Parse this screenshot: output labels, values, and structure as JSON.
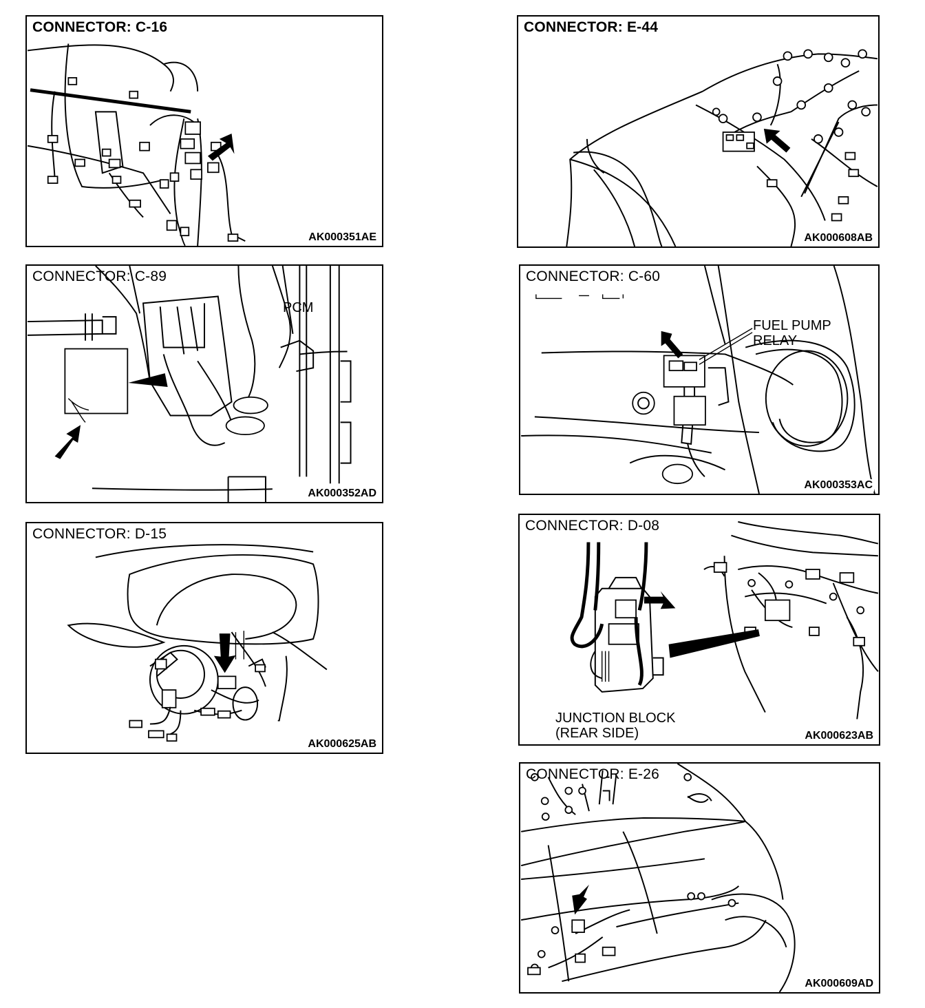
{
  "panels": [
    {
      "id": "c16",
      "title": "CONNECTOR: C-16",
      "code": "AK000351AE"
    },
    {
      "id": "e44",
      "title": "CONNECTOR: E-44",
      "code": "AK000608AB"
    },
    {
      "id": "c89",
      "title": "CONNECTOR: C-89",
      "code": "AK000352AD",
      "label": "PCM"
    },
    {
      "id": "c60",
      "title": "CONNECTOR: C-60",
      "code": "AK000353AC",
      "label": "FUEL PUMP\nRELAY"
    },
    {
      "id": "d15",
      "title": "CONNECTOR: D-15",
      "code": "AK000625AB"
    },
    {
      "id": "d08",
      "title": "CONNECTOR: D-08",
      "code": "AK000623AB",
      "label": "JUNCTION BLOCK\n(REAR SIDE)"
    },
    {
      "id": "e26",
      "title": "CONNECTOR: E-26",
      "code": "AK000609AD"
    }
  ]
}
